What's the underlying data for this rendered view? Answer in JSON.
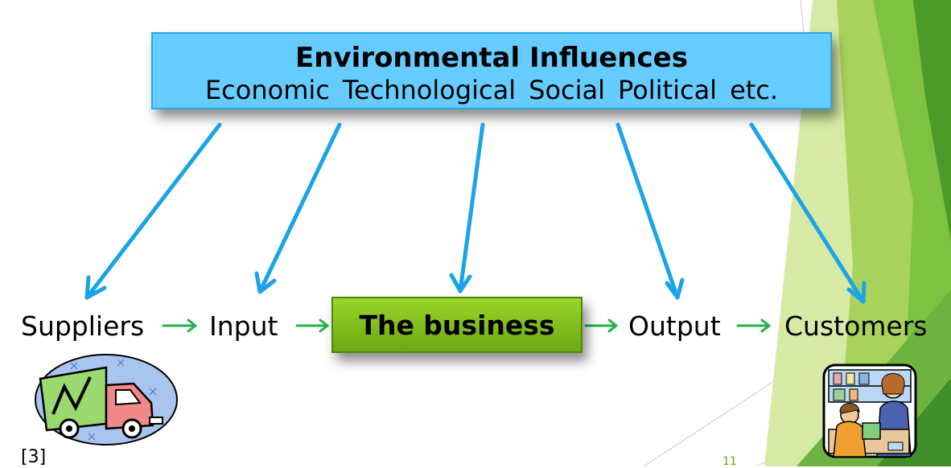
{
  "environment": {
    "title": "Environmental Influences",
    "factors": [
      "Economic",
      "Technological",
      "Social",
      "Political",
      "etc."
    ]
  },
  "flow": {
    "suppliers": "Suppliers",
    "input": "Input",
    "business": "The business",
    "output": "Output",
    "customers": "Customers"
  },
  "footer": {
    "reference": "[3]",
    "page_number": "11"
  },
  "icons": [
    "delivery-truck-clipart-icon",
    "shop-counter-clipart-icon"
  ],
  "colors": {
    "environment_box": "#66ccff",
    "business_box": "#8cc63f",
    "influence_arrows": "#1aa3e8",
    "flow_arrows": "#22b14c",
    "decoration_green": "#7fc241"
  }
}
